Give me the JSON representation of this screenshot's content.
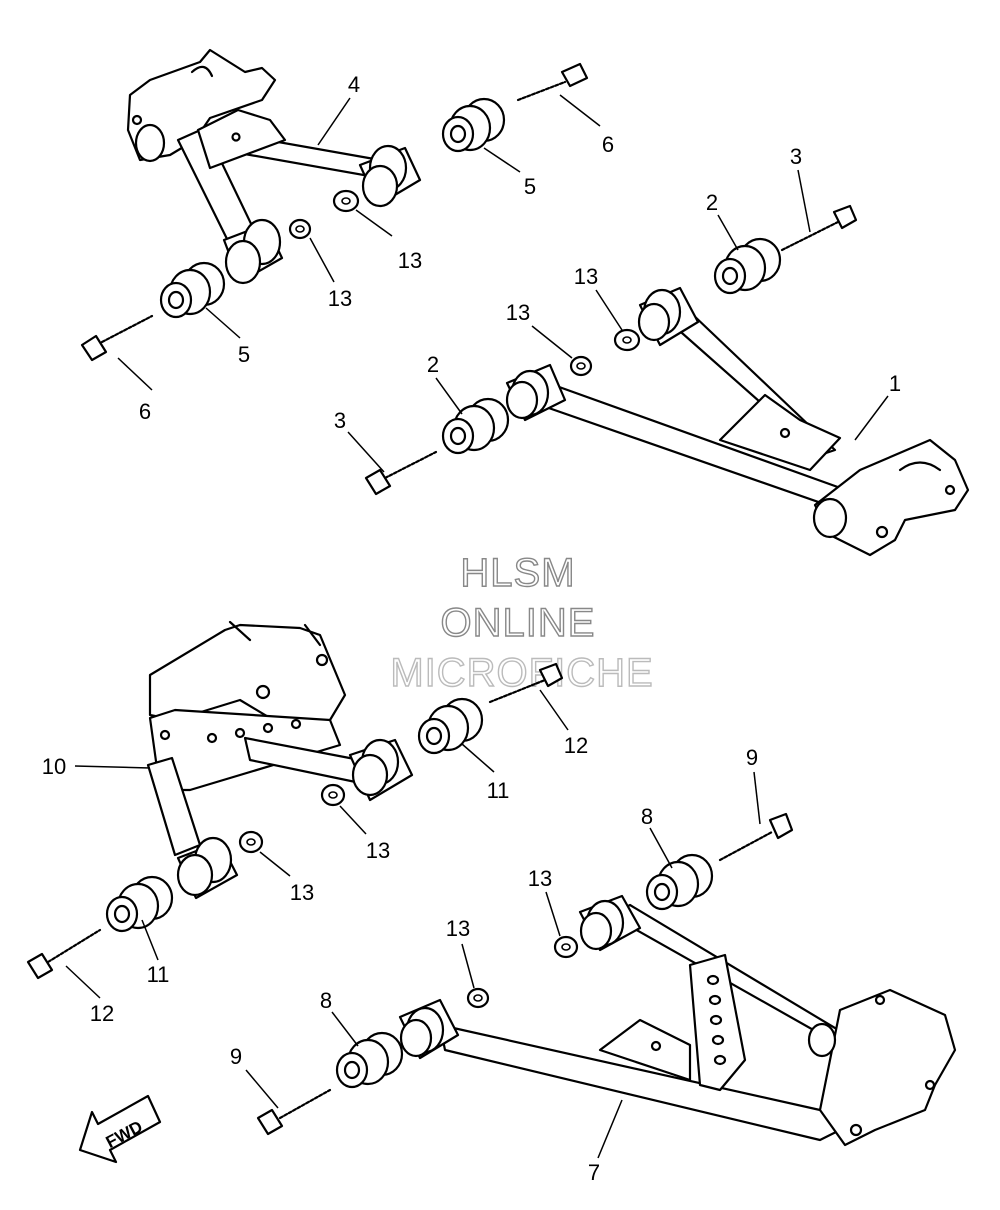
{
  "callouts": [
    "1",
    "2",
    "3",
    "4",
    "5",
    "6",
    "7",
    "8",
    "9",
    "10",
    "11",
    "12",
    "13"
  ],
  "watermark": {
    "line1": "HLSM",
    "line2": "ONLINE",
    "line3": "MICROFICHE"
  },
  "direction_badge": "FWD"
}
